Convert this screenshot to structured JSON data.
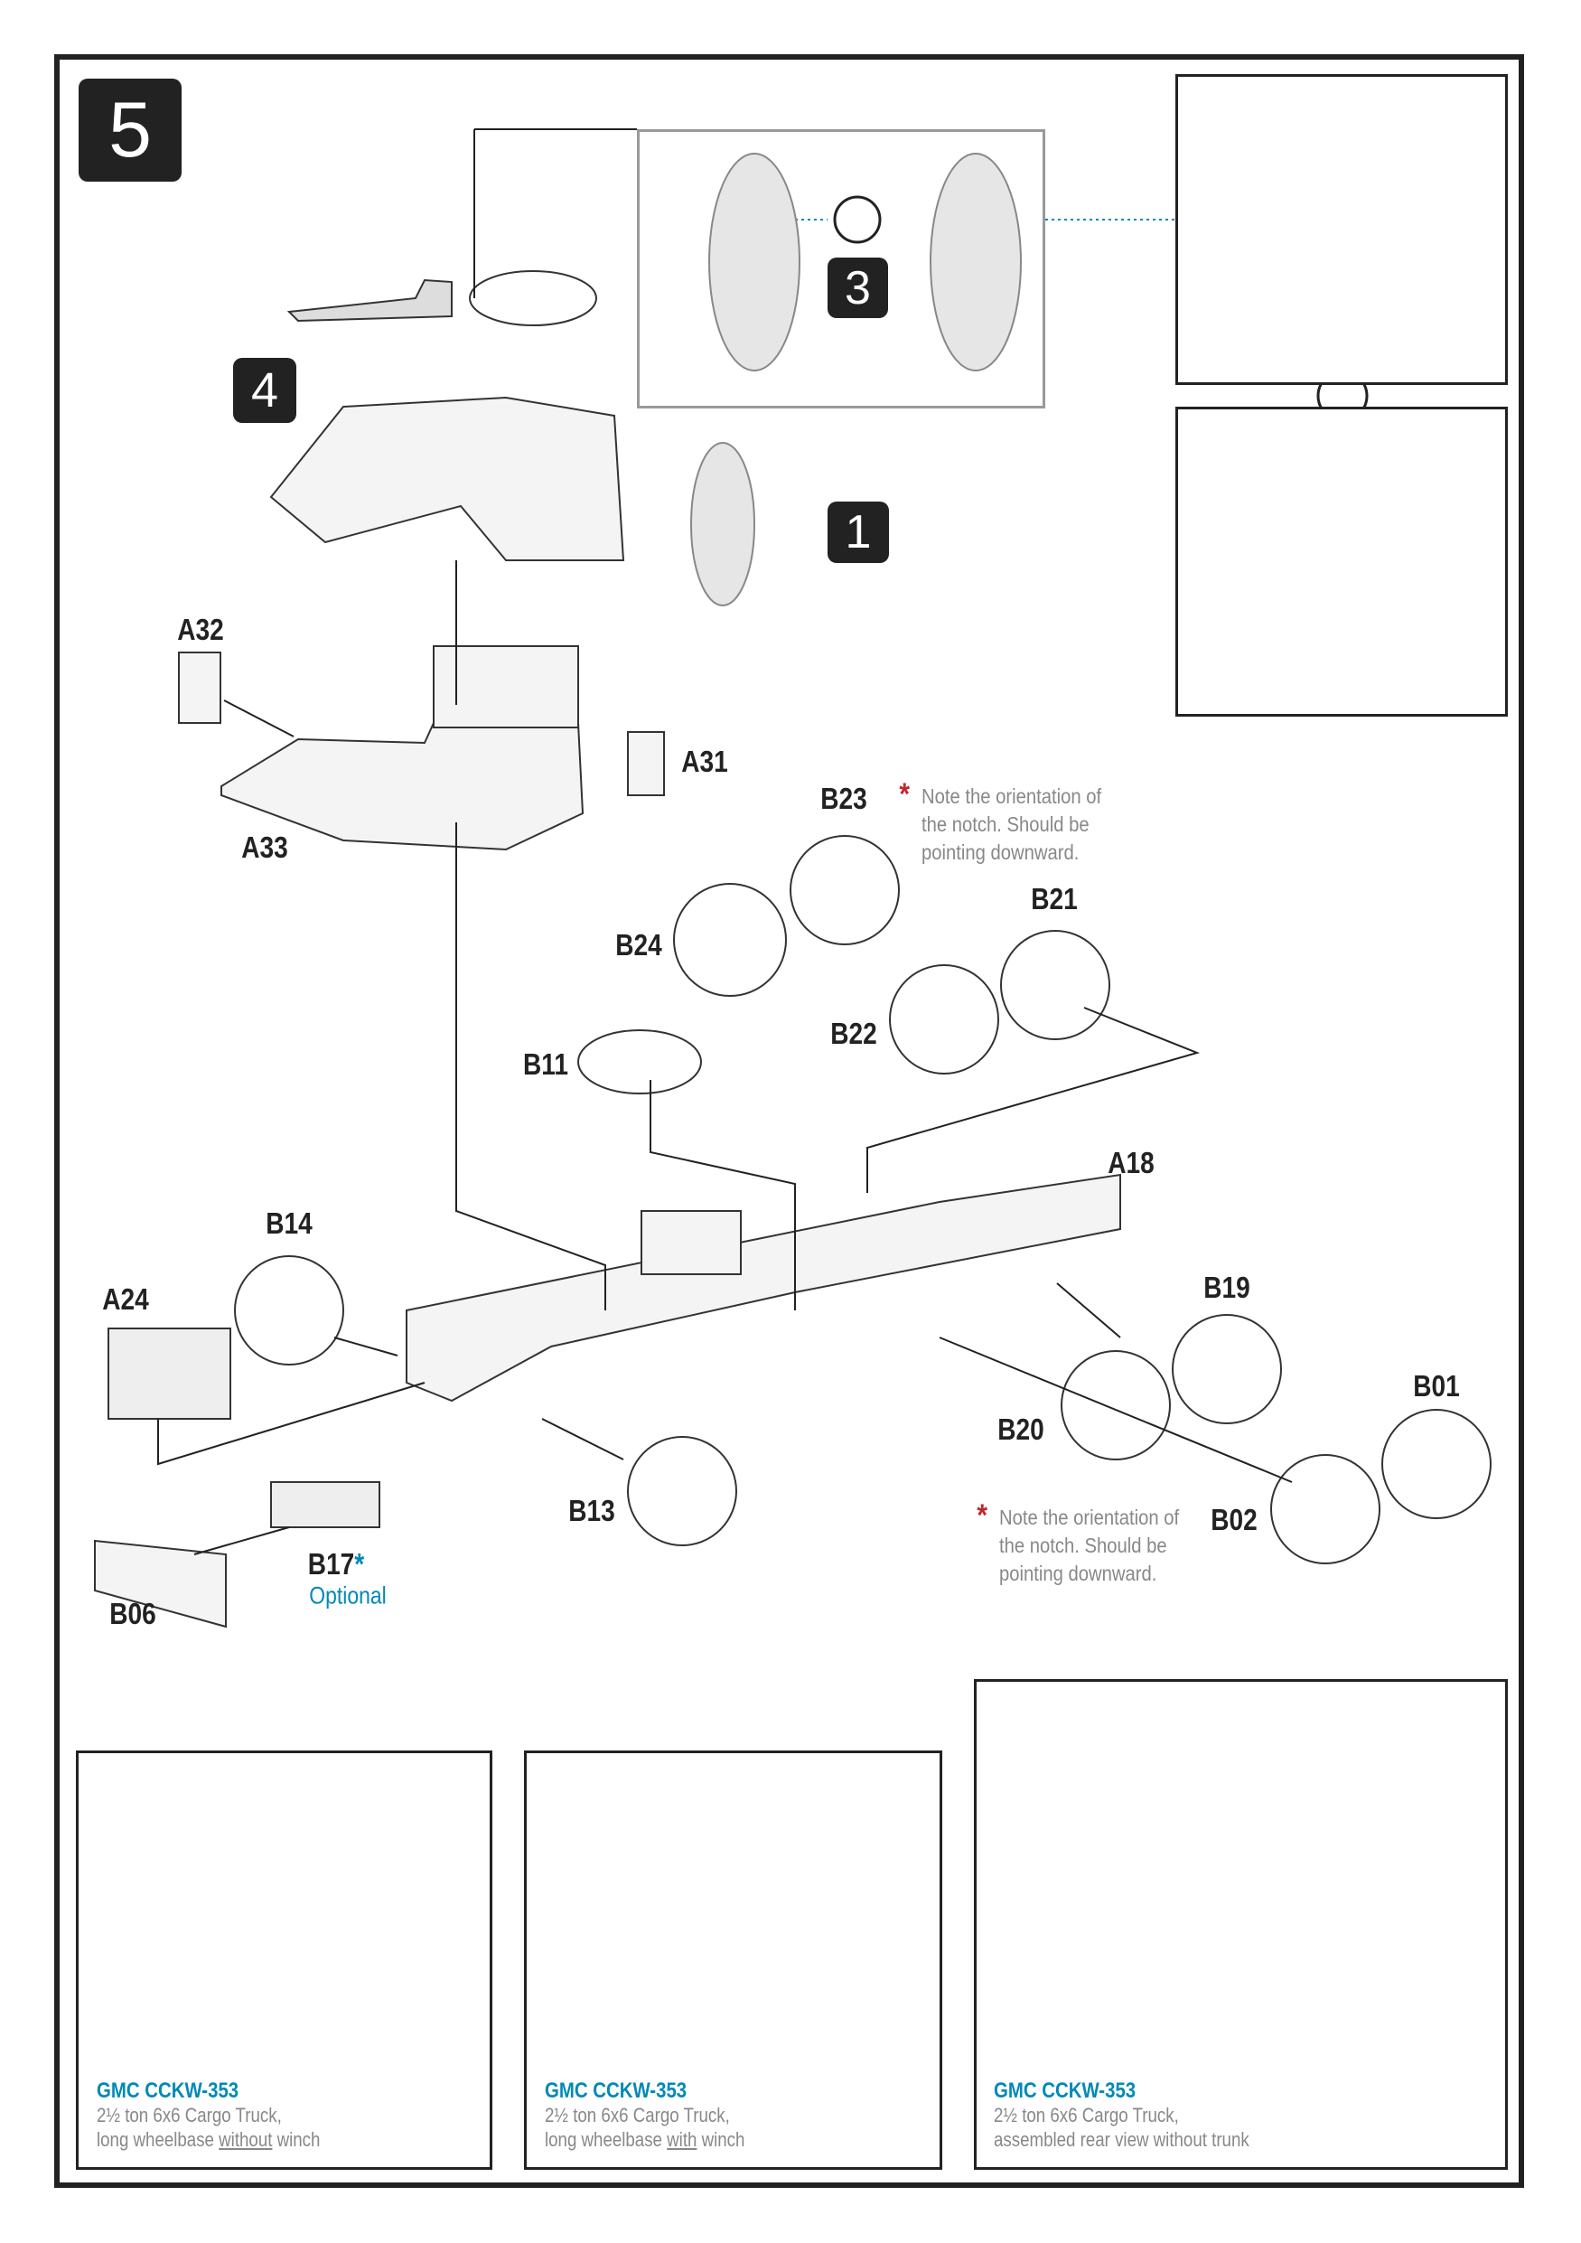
{
  "step": {
    "number": "5"
  },
  "substeps": {
    "four": "4",
    "three": "3",
    "one": "1"
  },
  "parts": {
    "A32": "A32",
    "A33": "A33",
    "A31": "A31",
    "B23": "B23",
    "B24": "B24",
    "B21": "B21",
    "B22": "B22",
    "B11": "B11",
    "A18": "A18",
    "B14": "B14",
    "A24": "A24",
    "B19": "B19",
    "B01": "B01",
    "B20": "B20",
    "B02": "B02",
    "B13": "B13",
    "B17": "B17",
    "B17_mark": "*",
    "B06": "B06"
  },
  "optional_label": "Optional",
  "notes": {
    "star": "*",
    "top": [
      "Note the orientation of",
      "the notch.  Should be",
      "pointing downward."
    ],
    "bottom": [
      "Note the orientation of",
      "the notch.  Should be",
      "pointing downward."
    ]
  },
  "captions": [
    {
      "title": "GMC CCKW-353",
      "line1": "2½ ton 6x6 Cargo Truck,",
      "line2_pre": "long wheelbase ",
      "line2_u": "without",
      "line2_post": " winch"
    },
    {
      "title": "GMC CCKW-353",
      "line1": "2½ ton 6x6 Cargo Truck,",
      "line2_pre": "long wheelbase ",
      "line2_u": "with",
      "line2_post": " winch"
    },
    {
      "title": "GMC CCKW-353",
      "line1": "2½ ton 6x6 Cargo Truck,",
      "line2_pre": "assembled rear view without trunk",
      "line2_u": "",
      "line2_post": ""
    }
  ],
  "colors": {
    "accent_blue": "#0089b8",
    "note_red": "#c0272d",
    "note_grey": "#888888",
    "ink": "#222222"
  }
}
